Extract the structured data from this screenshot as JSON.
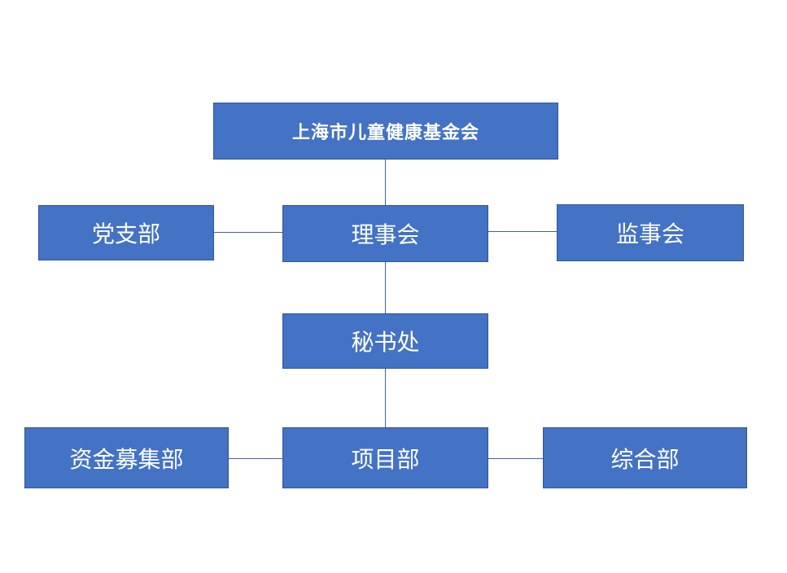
{
  "diagram": {
    "type": "org-chart",
    "background": "#FFFFFF",
    "colors": {
      "node_fill": "#4472C4",
      "node_border": "#2F5597",
      "connector": "#41639D",
      "text": "#FFFFFF"
    },
    "nodes": {
      "foundation": {
        "label": "上海市儿童健康基金会",
        "level": 1
      },
      "party_branch": {
        "label": "党支部",
        "level": 2
      },
      "board": {
        "label": "理事会",
        "level": 2
      },
      "supervisors": {
        "label": "监事会",
        "level": 2
      },
      "secretariat": {
        "label": "秘书处",
        "level": 3
      },
      "fundraising": {
        "label": "资金募集部",
        "level": 4
      },
      "project": {
        "label": "项目部",
        "level": 4
      },
      "general": {
        "label": "综合部",
        "level": 4
      }
    },
    "edges": [
      {
        "from": "foundation",
        "to": "board"
      },
      {
        "from": "party_branch",
        "to": "board"
      },
      {
        "from": "board",
        "to": "supervisors"
      },
      {
        "from": "board",
        "to": "secretariat"
      },
      {
        "from": "secretariat",
        "to": "project"
      },
      {
        "from": "fundraising",
        "to": "project"
      },
      {
        "from": "project",
        "to": "general"
      }
    ]
  }
}
